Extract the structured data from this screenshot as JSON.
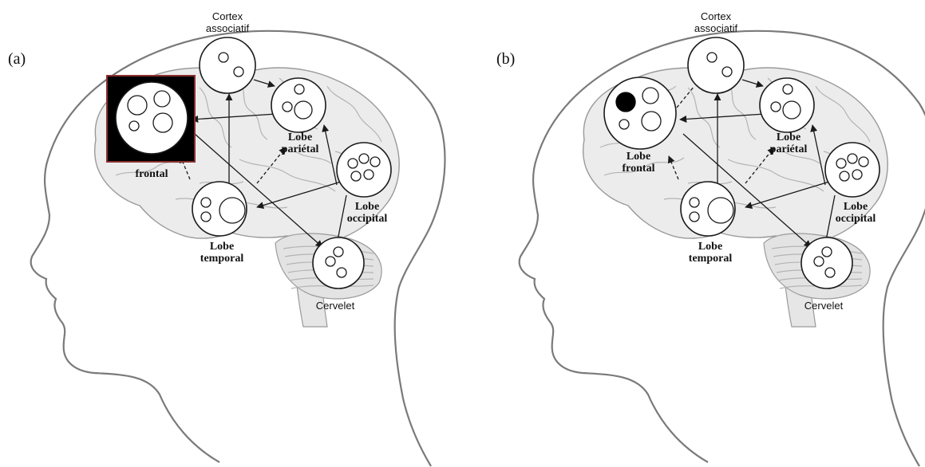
{
  "panels": [
    {
      "label": "(a)",
      "nodes": {
        "cortex": "Cortex\nassociatif",
        "frontal": "frontal",
        "parietal": "Lobe\npariétal",
        "occipital": "Lobe\noccipital",
        "temporal": "Lobe\ntemporal",
        "cervelet": "Cervelet"
      },
      "frontal_lesioned": true
    },
    {
      "label": "(b)",
      "nodes": {
        "cortex": "Cortex\nassociatif",
        "frontal": "Lobe\nfrontal",
        "parietal": "Lobe\npariétal",
        "occipital": "Lobe\noccipital",
        "temporal": "Lobe\ntemporal",
        "cervelet": "Cervelet"
      },
      "frontal_lesioned": false,
      "frontal_black_neuron": true
    }
  ]
}
